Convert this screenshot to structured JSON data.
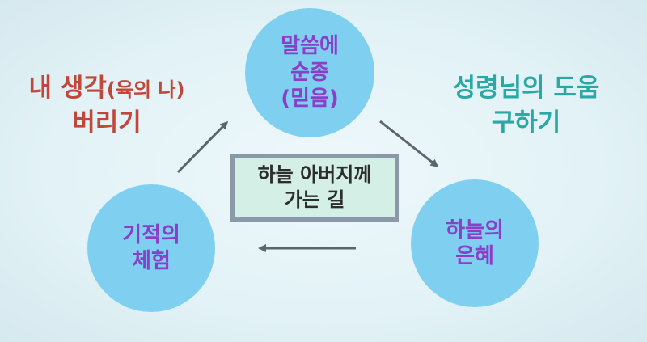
{
  "top_circle": {
    "line1": "말씀에",
    "line2": "순종",
    "line3": "(믿음)"
  },
  "right_circle": {
    "line1": "하늘의",
    "line2": "은혜"
  },
  "left_circle": {
    "line1": "기적의",
    "line2": "체험"
  },
  "center_box": {
    "line1": "하늘 아버지께",
    "line2": "가는 길"
  },
  "left_text": {
    "main": "내 생각",
    "paren": "(육의 나)",
    "line2": "버리기"
  },
  "right_text": {
    "line1": "성령님의 도움",
    "line2": "구하기"
  },
  "colors": {
    "circle_fill": "#7fd0f0",
    "circle_text": "#8a3fc9",
    "left_text": "#c2473a",
    "right_text": "#2aa8a6",
    "box_fill": "#d4efe6",
    "box_border": "#8a99a8",
    "arrow": "#5a6570"
  }
}
